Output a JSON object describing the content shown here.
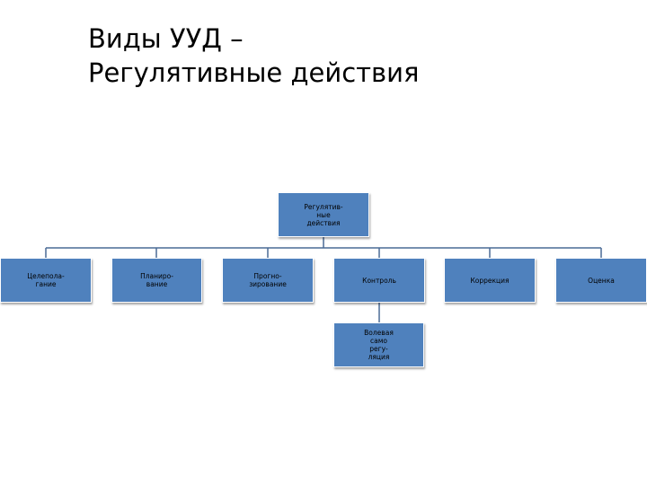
{
  "title": {
    "line1": "Виды УУД –",
    "line2": "Регулятивные действия"
  },
  "diagram": {
    "root": "Регулятив-\nные\nдействия",
    "children": [
      "Целепола-\nгание",
      "Планиро-\nвание",
      "Прогно-\nзирование",
      "Контроль",
      "Коррекция",
      "Оценка"
    ],
    "sub_of_control": "Волевая\nсамо\nрегу-\nляция"
  },
  "colors": {
    "node_fill": "#4f81bd",
    "connector": "#4a6b96"
  }
}
